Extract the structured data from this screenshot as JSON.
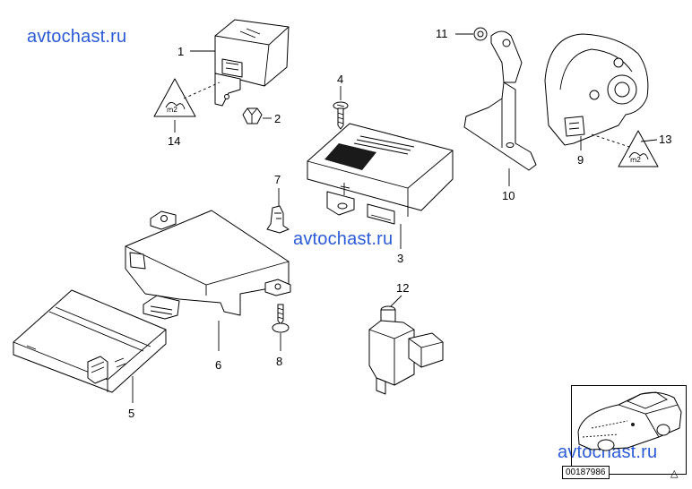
{
  "watermarks": [
    "avtochast.ru",
    "avtochast.ru",
    "avtochast.ru"
  ],
  "callouts": {
    "c1": "1",
    "c2": "2",
    "c3": "3",
    "c4": "4",
    "c5": "5",
    "c6": "6",
    "c7": "7",
    "c8": "8",
    "c9": "9",
    "c10": "10",
    "c11": "11",
    "c12": "12",
    "c13": "13",
    "c14": "14"
  },
  "document_number": "00187986",
  "corner_symbol": "△"
}
